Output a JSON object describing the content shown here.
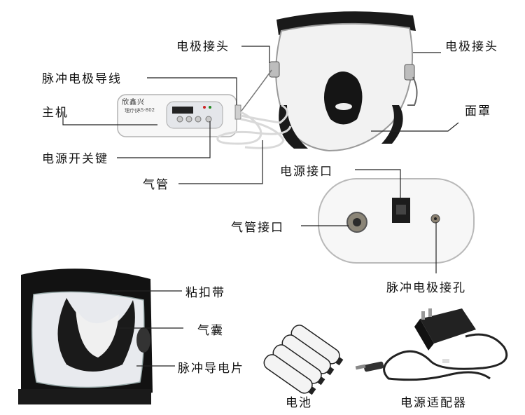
{
  "product": {
    "brand": "欣鑫兴",
    "model": "AS-802",
    "device_subtitle": "理疗仪"
  },
  "labels": {
    "electrode_connector_left": "电极接头",
    "electrode_connector_right": "电极接头",
    "pulse_electrode_wire": "脉冲电极导线",
    "main_unit": "主机",
    "face_mask": "面罩",
    "power_switch": "电源开关键",
    "air_tube": "气管",
    "power_port": "电源接口",
    "air_tube_port": "气管接口",
    "pulse_electrode_jack": "脉冲电极接孔",
    "velcro_strap": "粘扣带",
    "air_bladder": "气囊",
    "pulse_conductive_pad": "脉冲导电片",
    "battery": "电池",
    "power_adapter": "电源适配器"
  }
}
